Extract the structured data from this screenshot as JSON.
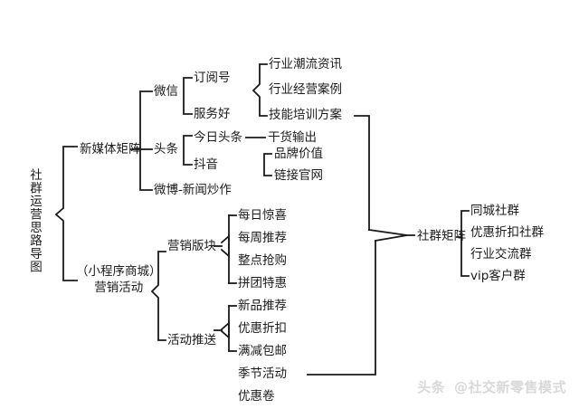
{
  "diagram": {
    "root": {
      "label": "社群运营思路导图"
    },
    "branches": {
      "newmedia": {
        "label": "新媒体矩阵"
      },
      "marketing": {
        "label_line1": "（小程序商城）",
        "label_line2": "营销活动"
      },
      "community": {
        "label": "社群矩阵"
      }
    },
    "newmedia_children": [
      {
        "label": "微信"
      },
      {
        "label": "头条"
      },
      {
        "label": "微博-新闻炒作"
      }
    ],
    "wechat_children": [
      {
        "label": "订阅号"
      },
      {
        "label": "服务好"
      }
    ],
    "wechat_topics": [
      {
        "label": "行业潮流资讯"
      },
      {
        "label": "行业经营案例"
      },
      {
        "label": "技能培训方案"
      }
    ],
    "toutiao_children": [
      {
        "label": "今日头条"
      },
      {
        "label": "抖音"
      }
    ],
    "toutiao_topics": [
      {
        "label": "干货输出"
      }
    ],
    "douyin_topics": [
      {
        "label": "品牌价值"
      },
      {
        "label": "链接官网"
      }
    ],
    "marketing_children": [
      {
        "label": "营销版块"
      },
      {
        "label": "活动推送"
      }
    ],
    "marketing_section_items": [
      {
        "label": "每日惊喜"
      },
      {
        "label": "每周推荐"
      },
      {
        "label": "整点抢购"
      },
      {
        "label": "拼团特惠"
      }
    ],
    "activity_push_items": [
      {
        "label": "新品推荐"
      },
      {
        "label": "优惠折扣"
      },
      {
        "label": "满减包邮"
      },
      {
        "label": "季节活动"
      },
      {
        "label": "优惠卷"
      }
    ],
    "community_items": [
      {
        "label": "同城社群"
      },
      {
        "label": "优惠折扣社群"
      },
      {
        "label": "行业交流群"
      },
      {
        "label": "vip客户群"
      }
    ]
  },
  "watermark": {
    "platform": "头条",
    "handle": "@社交新零售模式"
  }
}
